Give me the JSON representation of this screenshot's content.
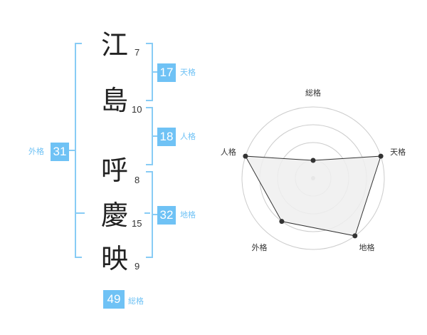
{
  "characters": [
    {
      "char": "江",
      "strokes": "7"
    },
    {
      "char": "島",
      "strokes": "10"
    },
    {
      "char": "呼",
      "strokes": "8"
    },
    {
      "char": "慶",
      "strokes": "15"
    },
    {
      "char": "映",
      "strokes": "9"
    }
  ],
  "scores": {
    "tenkaku": {
      "value": "17",
      "label": "天格"
    },
    "jinkaku": {
      "value": "18",
      "label": "人格"
    },
    "chikaku": {
      "value": "32",
      "label": "地格"
    },
    "gaikaku": {
      "value": "31",
      "label": "外格"
    },
    "soukaku": {
      "value": "49",
      "label": "総格"
    }
  },
  "chart_data": {
    "type": "radar",
    "axes": [
      "総格",
      "天格",
      "地格",
      "外格",
      "人格"
    ],
    "values": [
      1,
      4,
      4,
      3,
      4
    ],
    "max": 4,
    "rings": 4,
    "colors": {
      "fill": "#eeeeee",
      "line": "#333333",
      "grid": "#cccccc",
      "point": "#333333"
    }
  }
}
